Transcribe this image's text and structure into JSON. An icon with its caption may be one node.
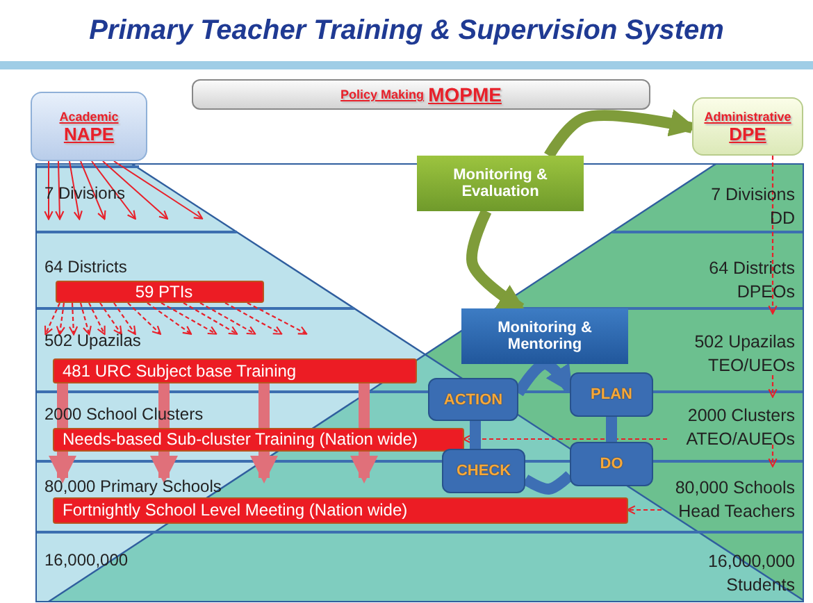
{
  "diagram": {
    "title": "Primary Teacher Training & Supervision System",
    "nodes": [
      {
        "text": [
          "Policy Making",
          "MOPME"
        ]
      },
      {
        "text": [
          "Academic",
          "NAPE"
        ]
      },
      {
        "text": [
          "Administrative",
          "DPE"
        ]
      },
      {
        "text": [
          "Monitoring & Evaluation"
        ]
      },
      {
        "text": [
          "7 Divisions"
        ]
      },
      {
        "text": [
          "64 Districts"
        ]
      },
      {
        "text": [
          "59 PTIs"
        ],
        "in": 5
      },
      {
        "text": [
          "502 Upazilas"
        ]
      },
      {
        "text": [
          "481 URC Subject base Training"
        ],
        "in": 7
      },
      {
        "text": [
          "2000 School Clusters"
        ]
      },
      {
        "text": [
          "Needs-based Sub-cluster Training (Nation wide)"
        ],
        "in": 9
      },
      {
        "text": [
          "80,000 Primary Schools"
        ]
      },
      {
        "text": [
          "Fortnightly School Level Meeting (Nation wide)"
        ],
        "in": 11
      },
      {
        "text": [
          "16,000,000"
        ]
      },
      {
        "text": [
          "7 Divisions",
          "DD"
        ]
      },
      {
        "text": [
          "64 Districts",
          "DPEOs"
        ]
      },
      {
        "text": [
          "Monitoring & Mentoring"
        ]
      },
      {
        "text": [
          "502 Upazilas",
          "TEO/UEOs"
        ]
      },
      {
        "text": [
          "ACTION"
        ]
      },
      {
        "text": [
          "PLAN"
        ]
      },
      {
        "text": [
          "CHECK"
        ]
      },
      {
        "text": [
          "DO"
        ]
      },
      {
        "text": [
          "2000 Clusters",
          "ATEO/AUEOs"
        ]
      },
      {
        "text": [
          "80,000 Schools",
          "Head Teachers"
        ]
      },
      {
        "text": [
          "16,000,000",
          "Students"
        ]
      }
    ],
    "edges": [
      {
        "from": 1,
        "to": 5,
        "arrow": "to"
      },
      {
        "from": 1,
        "to": 5,
        "arrow": "to"
      },
      {
        "from": 1,
        "to": 5,
        "arrow": "to"
      },
      {
        "from": 1,
        "to": 5,
        "arrow": "to"
      },
      {
        "from": 1,
        "to": 5,
        "arrow": "to"
      },
      {
        "from": 1,
        "to": 5,
        "arrow": "to"
      },
      {
        "from": 1,
        "to": 5,
        "arrow": "to"
      },
      {
        "from": 6,
        "to": 7,
        "arrow": "to",
        "style": "dashed"
      },
      {
        "from": 6,
        "to": 7,
        "arrow": "to",
        "style": "dashed"
      },
      {
        "from": 6,
        "to": 7,
        "arrow": "to",
        "style": "dashed"
      },
      {
        "from": 6,
        "to": 7,
        "arrow": "to",
        "style": "dashed"
      },
      {
        "from": 6,
        "to": 7,
        "arrow": "to",
        "style": "dashed"
      },
      {
        "from": 6,
        "to": 7,
        "arrow": "to",
        "style": "dashed"
      },
      {
        "from": 6,
        "to": 7,
        "arrow": "to",
        "style": "dashed"
      },
      {
        "from": 6,
        "to": 7,
        "arrow": "to",
        "style": "dashed"
      },
      {
        "from": 6,
        "to": 7,
        "arrow": "to",
        "style": "dashed"
      },
      {
        "from": 6,
        "to": 7,
        "arrow": "to",
        "style": "dashed"
      },
      {
        "from": 6,
        "to": 7,
        "arrow": "to",
        "style": "dashed"
      },
      {
        "from": 6,
        "to": 7,
        "arrow": "to",
        "style": "dashed"
      },
      {
        "from": 6,
        "to": 7,
        "arrow": "to",
        "style": "dashed"
      },
      {
        "from": 6,
        "to": 7,
        "arrow": "to",
        "style": "dashed"
      },
      {
        "from": 8,
        "to": 10,
        "arrow": "none",
        "style": "thick",
        "color": "#e0707a"
      },
      {
        "from": 8,
        "to": 10,
        "arrow": "none",
        "style": "thick",
        "color": "#e0707a"
      },
      {
        "from": 8,
        "to": 10,
        "arrow": "none",
        "style": "thick",
        "color": "#e0707a"
      },
      {
        "from": 8,
        "to": 10,
        "arrow": "none",
        "style": "thick",
        "color": "#e0707a"
      },
      {
        "from": 10,
        "to": 11,
        "arrow": "to",
        "style": "thick",
        "color": "#e0707a"
      },
      {
        "from": 10,
        "to": 11,
        "arrow": "to",
        "style": "thick",
        "color": "#e0707a"
      },
      {
        "from": 10,
        "to": 11,
        "arrow": "to",
        "style": "thick",
        "color": "#e0707a"
      },
      {
        "from": 10,
        "to": 11,
        "arrow": "to",
        "style": "thick",
        "color": "#e0707a"
      },
      {
        "from": 2,
        "to": 17,
        "arrow": "to",
        "style": "dashed"
      },
      {
        "from": 17,
        "to": 22,
        "arrow": "to",
        "style": "dashed"
      },
      {
        "from": 22,
        "to": 23,
        "arrow": "to",
        "style": "dashed"
      },
      {
        "from": 22,
        "to": 10,
        "arrow": "to",
        "style": "dashed"
      },
      {
        "from": 23,
        "to": 12,
        "arrow": "to",
        "style": "dashed"
      },
      {
        "from": 3,
        "to": 2,
        "arrow": "to",
        "style": "thick",
        "color": "#7f9c3a"
      },
      {
        "from": 3,
        "to": 16,
        "arrow": "to",
        "style": "thick",
        "color": "#7f9c3a"
      },
      {
        "from": 18,
        "to": 19,
        "arrow": "to",
        "style": "thick",
        "color": "#3d6fb4"
      },
      {
        "from": 19,
        "to": 21,
        "arrow": "none",
        "style": "thick",
        "color": "#3d6fb4"
      },
      {
        "from": 21,
        "to": 20,
        "arrow": "none",
        "style": "thick",
        "color": "#3d6fb4"
      },
      {
        "from": 20,
        "to": 18,
        "arrow": "none",
        "style": "thick",
        "color": "#3d6fb4"
      }
    ]
  }
}
